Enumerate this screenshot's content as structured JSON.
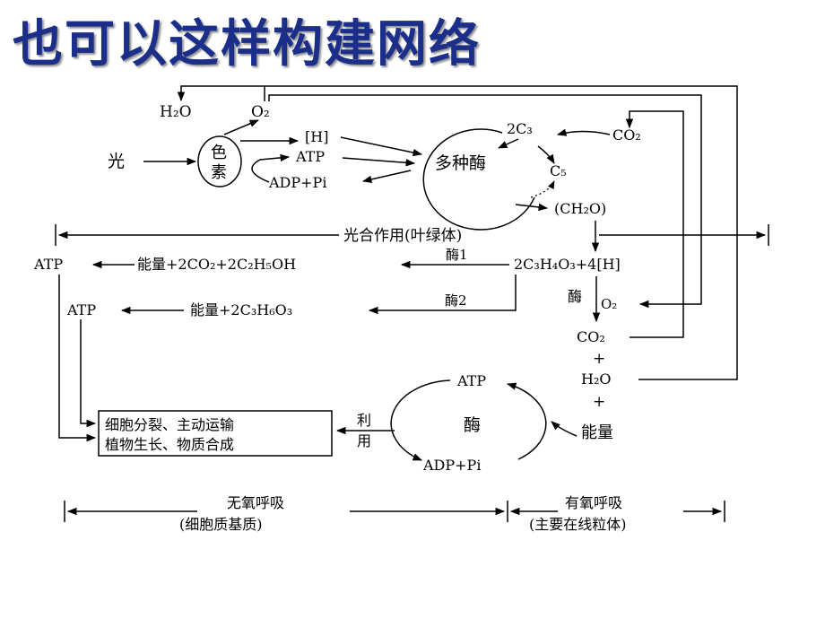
{
  "title": "也可以这样构建网络",
  "photosynthesis": {
    "h2o": "H₂O",
    "o2": "O₂",
    "light": "光",
    "pigment_line1": "色",
    "pigment_line2": "素",
    "h": "[H]",
    "atp": "ATP",
    "adp_pi": "ADP+Pi",
    "c3": "2C₃",
    "co2": "CO₂",
    "enzymes": "多种酶",
    "c5": "C₅",
    "ch2o": "(CH₂O)",
    "bracket_label": "光合作用(叶绿体)"
  },
  "anaerobic": {
    "enzyme1": "酶1",
    "enzyme2": "酶2",
    "atp1": "ATP",
    "atp2": "ATP",
    "products1": "能量+2CO₂+2C₂H₅OH",
    "products2": "能量+2C₃H₆O₃",
    "bracket_line1": "无氧呼吸",
    "bracket_line2": "(细胞质基质)"
  },
  "aerobic": {
    "pyruvate": "2C₃H₄O₃+4[H]",
    "enzyme": "酶",
    "o2": "O₂",
    "co2": "CO₂",
    "plus1": "+",
    "h2o": "H₂O",
    "plus2": "+",
    "energy": "能量",
    "bracket_line1": "有氧呼吸",
    "bracket_line2": "(主要在线粒体)"
  },
  "atp_cycle": {
    "atp": "ATP",
    "enzyme": "酶",
    "adp_pi": "ADP+Pi",
    "use_line1": "利",
    "use_line2": "用",
    "box_line1": "细胞分裂、主动运输",
    "box_line2": "植物生长、物质合成"
  }
}
